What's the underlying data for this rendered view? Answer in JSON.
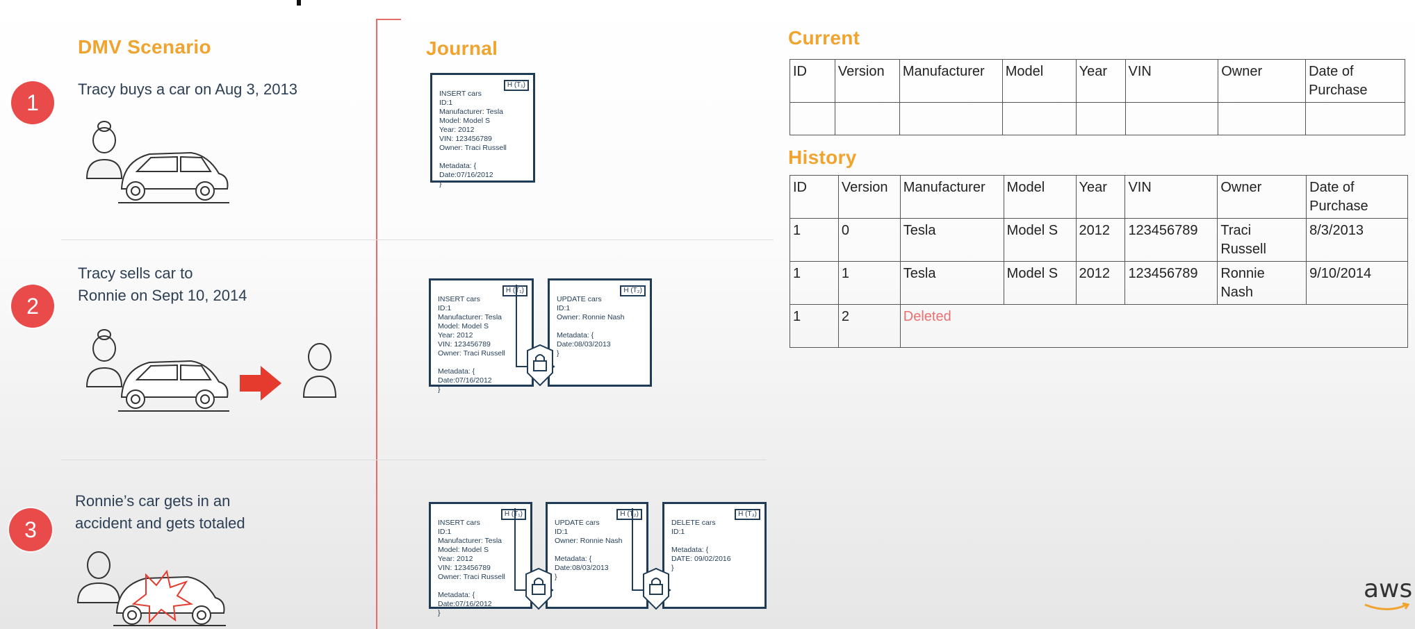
{
  "scenario": {
    "title": "DMV Scenario",
    "steps": [
      {
        "num": "1",
        "text": "Tracy buys a car on Aug 3, 2013"
      },
      {
        "num": "2",
        "text": "Tracy sells car to\nRonnie on Sept 10, 2014"
      },
      {
        "num": "3",
        "text": "Ronnie’s car gets in an\naccident and gets totaled"
      }
    ]
  },
  "journal": {
    "title": "Journal",
    "insert_text": "INSERT cars\nID:1\nManufacturer: Tesla\nModel: Model S\nYear: 2012\nVIN: 123456789\nOwner: Traci Russell\n\nMetadata: {\nDate:07/16/2012\n}",
    "update_text": "UPDATE cars\nID:1\nOwner: Ronnie Nash\n\nMetadata: {\nDate:08/03/2013\n}",
    "delete_text": "DELETE cars\nID:1\n\nMetadata: {\nDATE: 09/02/2016\n}",
    "hash_1": "H (T₁)",
    "hash_2": "H (T₂)",
    "hash_3": "H (T₃)"
  },
  "current": {
    "title": "Current",
    "headers": [
      "ID",
      "Version",
      "Manufacturer",
      "Model",
      "Year",
      "VIN",
      "Owner",
      "Date of\nPurchase"
    ]
  },
  "history": {
    "title": "History",
    "headers": [
      "ID",
      "Version",
      "Manufacturer",
      "Model",
      "Year",
      "VIN",
      "Owner",
      "Date of\nPurchase"
    ],
    "rows": [
      [
        "1",
        "0",
        "Tesla",
        "Model S",
        "2012",
        "123456789",
        "Traci\nRussell",
        "8/3/2013"
      ],
      [
        "1",
        "1",
        "Tesla",
        "Model S",
        "2012",
        "123456789",
        "Ronnie\nNash",
        "9/10/2014"
      ]
    ],
    "deleted_row": {
      "id": "1",
      "version": "2",
      "status": "Deleted"
    }
  },
  "brand": {
    "logo_text": "aws"
  },
  "colors": {
    "accent": "#f0a32f",
    "step": "#e94b4b",
    "arrow": "#e53a2e",
    "divider": "#e86b6b",
    "deleted": "#e87070",
    "box": "#1f3b56"
  }
}
